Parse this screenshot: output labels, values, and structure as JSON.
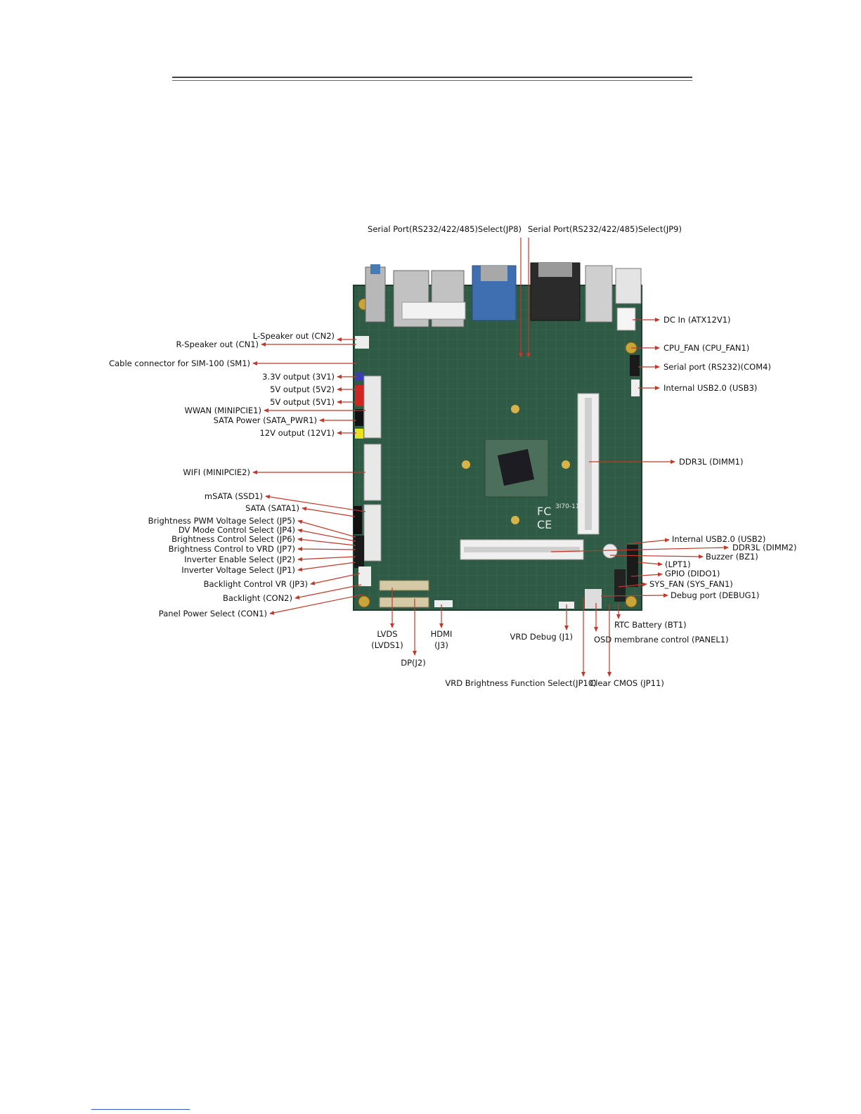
{
  "labels": {
    "jp8": "Serial Port(RS232/422/485)Select(JP8)",
    "jp9": "Serial Port(RS232/422/485)Select(JP9)",
    "cn2": "L-Speaker out (CN2)",
    "cn1": "R-Speaker out (CN1)",
    "sm1": "Cable connector for SIM-100 (SM1)",
    "v3v1": "3.3V output (3V1)",
    "v5v2": "5V output (5V2)",
    "v5v1": "5V output (5V1)",
    "minipcie1": "WWAN (MINIPCIE1)",
    "sata_pwr1": "SATA Power (SATA_PWR1)",
    "v12v1": "12V output (12V1)",
    "minipcie2": "WIFI (MINIPCIE2)",
    "ssd1": "mSATA (SSD1)",
    "sata1": "SATA (SATA1)",
    "jp5": "Brightness PWM Voltage Select (JP5)",
    "jp4": "DV Mode Control Select (JP4)",
    "jp6": "Brightness Control Select (JP6)",
    "jp7": "Brightness Control to VRD (JP7)",
    "jp2": "Inverter Enable Select (JP2)",
    "jp1": "Inverter Voltage Select (JP1)",
    "jp3": "Backlight Control VR (JP3)",
    "con2": "Backlight (CON2)",
    "con1": "Panel Power Select (CON1)",
    "atx12v1": "DC In (ATX12V1)",
    "cpu_fan1": "CPU_FAN (CPU_FAN1)",
    "com4": "Serial port (RS232)(COM4)",
    "usb3": "Internal USB2.0 (USB3)",
    "dimm1": "DDR3L (DIMM1)",
    "usb2": "Internal USB2.0 (USB2)",
    "dimm2": "DDR3L (DIMM2)",
    "bz1": "Buzzer (BZ1)",
    "lpt1": "(LPT1)",
    "dido1": "GPIO (DIDO1)",
    "sys_fan1": "SYS_FAN (SYS_FAN1)",
    "debug1": "Debug port (DEBUG1)",
    "bt1": "RTC Battery (BT1)",
    "panel1": "OSD membrane control (PANEL1)",
    "j1": "VRD Debug (J1)",
    "lvds_a": "LVDS",
    "lvds_b": "(LVDS1)",
    "hdmi_a": "HDMI",
    "hdmi_b": "(J3)",
    "dp": "DP(J2)",
    "jp10": "VRD Brightness Function Select(JP10)",
    "jp11": "Clear CMOS (JP11)"
  },
  "board_marks": {
    "model": "3I70-110",
    "fc": "FC",
    "ce": "CE"
  },
  "colors": {
    "pcb": "#2f5a45",
    "arrow": "#c0392b",
    "label": "#111111"
  }
}
